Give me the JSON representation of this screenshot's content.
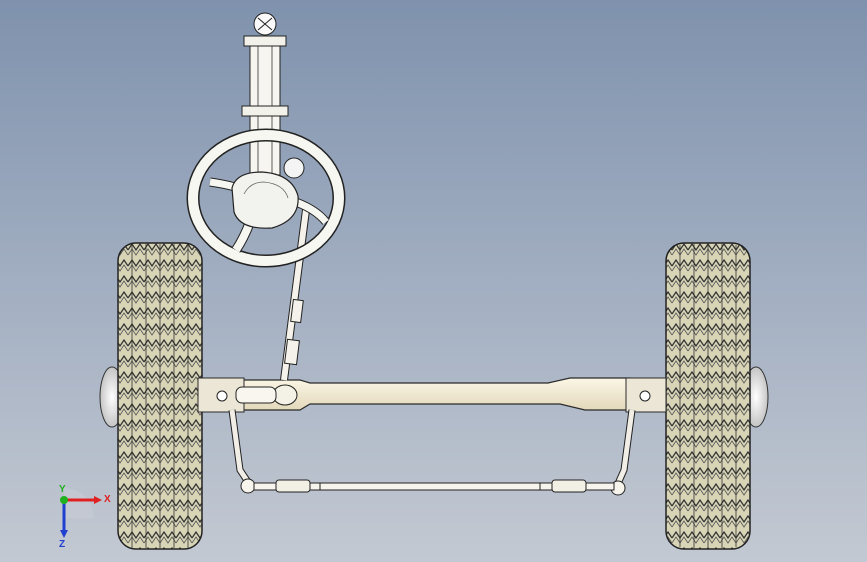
{
  "viewport": {
    "background_top": "#7f92ad",
    "background_bottom": "#c3c9d2"
  },
  "model": {
    "components": [
      "steering-wheel",
      "steering-column",
      "intermediate-shaft",
      "front-axle-beam",
      "tie-rod",
      "left-wheel",
      "right-wheel",
      "left-steering-knuckle",
      "right-steering-knuckle"
    ],
    "tire_color": "#d6d2b3",
    "axle_color": "#f1ead3",
    "line_color": "#2a2a2a"
  },
  "triad": {
    "x_label": "X",
    "y_label": "Y",
    "z_label": "Z",
    "x_color": "#e02020",
    "y_color": "#20b020",
    "z_color": "#2040d0"
  }
}
